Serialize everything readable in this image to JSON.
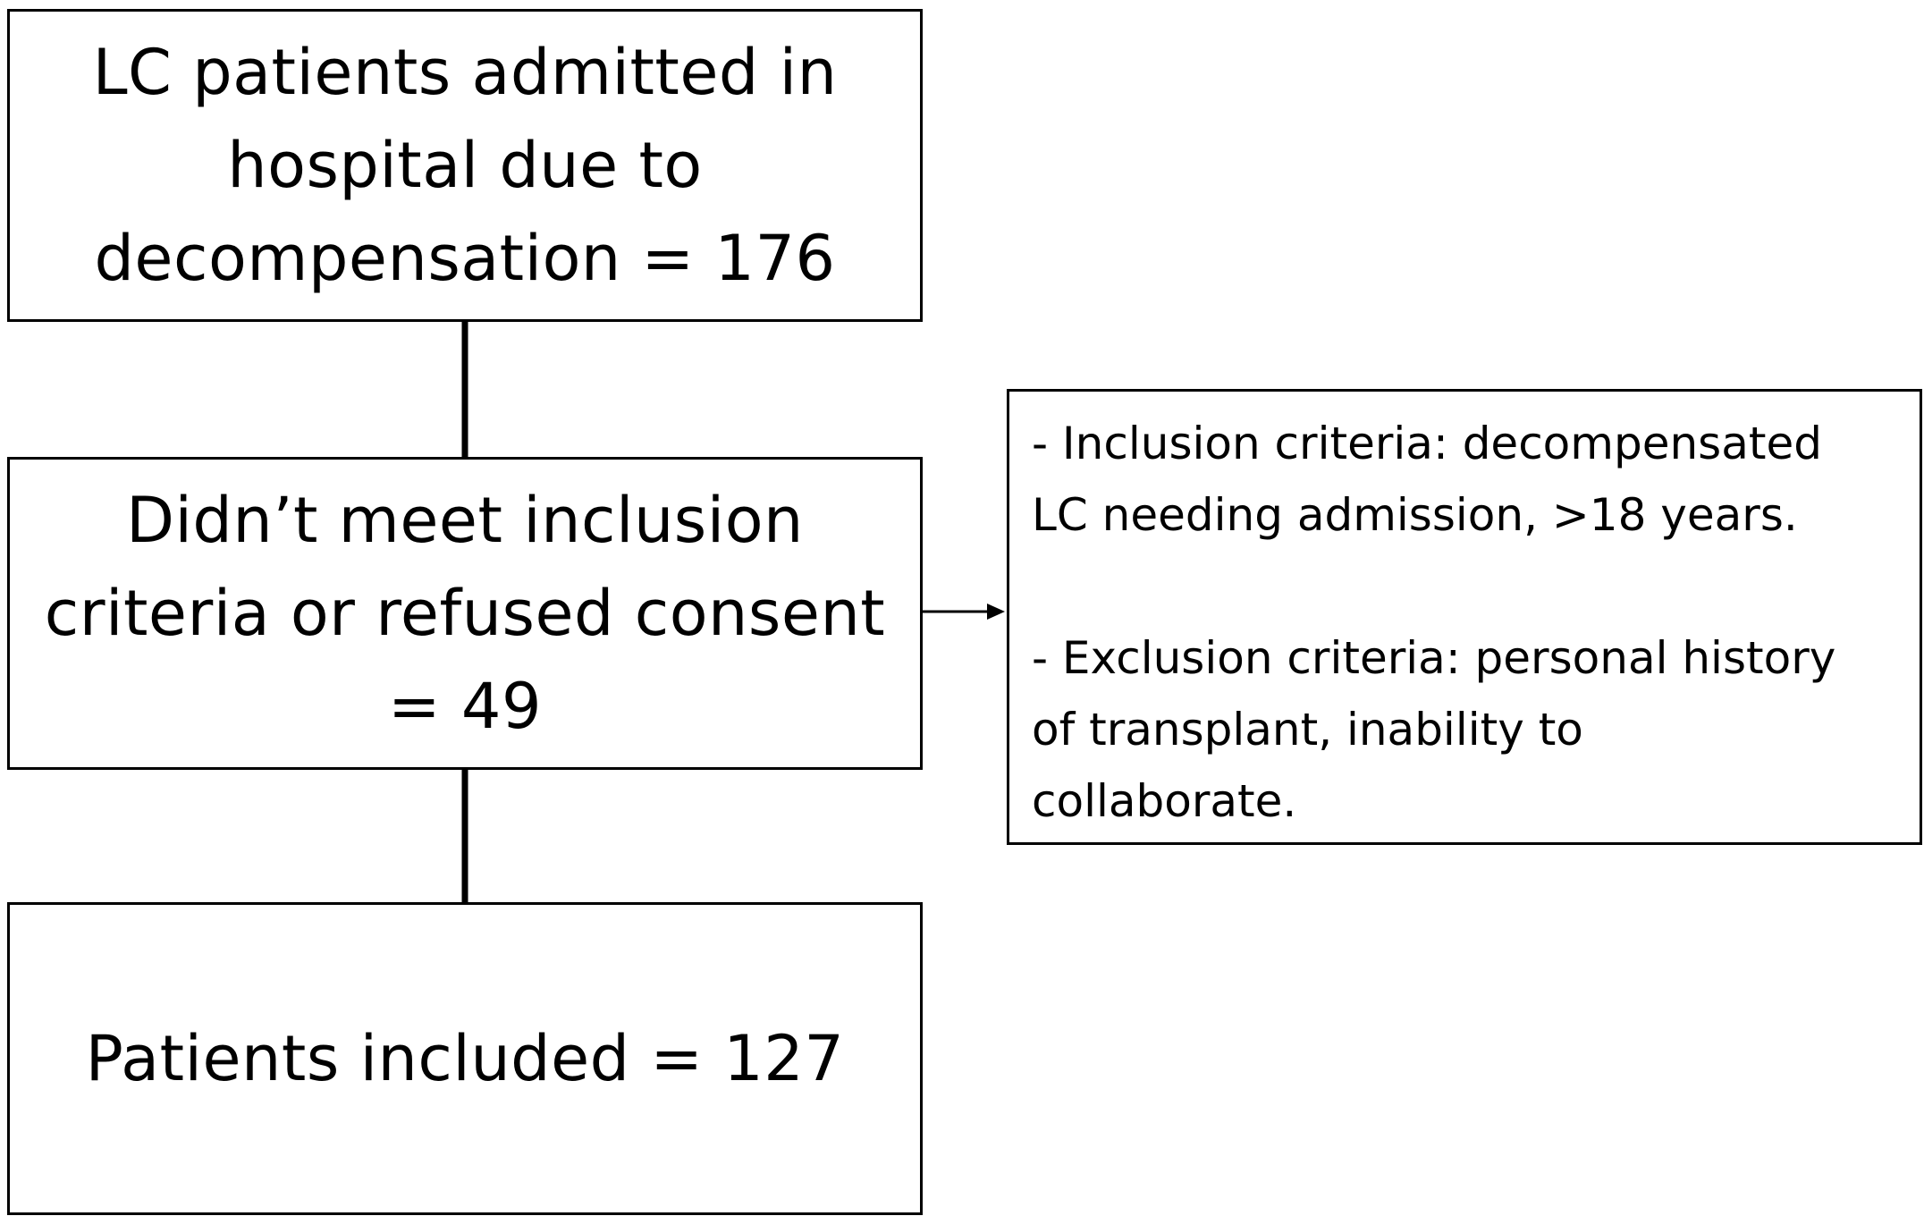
{
  "flowchart": {
    "admitted": {
      "lines": [
        "LC patients admitted in",
        "hospital due to",
        "decompensation = 176"
      ]
    },
    "excluded": {
      "lines": [
        "Didn’t meet inclusion",
        "criteria or refused consent",
        "= 49"
      ]
    },
    "included": {
      "lines": [
        "Patients included = 127"
      ]
    },
    "criteria": {
      "inclusion_lines": [
        "- Inclusion criteria: decompensated",
        "LC needing admission, >18 years."
      ],
      "exclusion_lines": [
        "- Exclusion criteria: personal history",
        "of transplant, inability to",
        "collaborate."
      ]
    }
  }
}
